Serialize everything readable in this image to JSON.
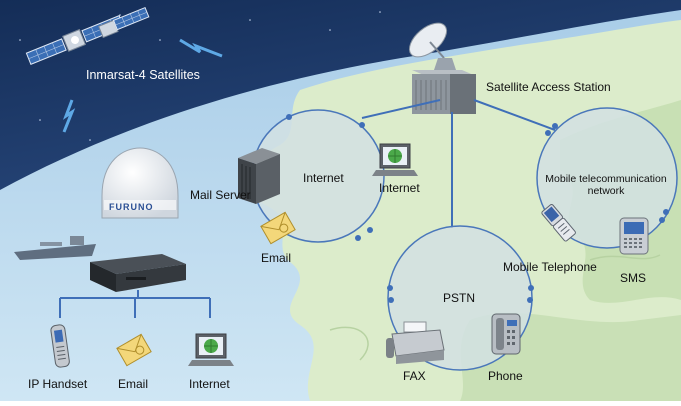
{
  "labels": {
    "satellites": "Inmarsat-4 Satellites",
    "access_station": "Satellite Access Station",
    "antenna_brand": "FURUNO",
    "mail_server": "Mail Server",
    "internet_cloud": "Internet",
    "internet_pc": "Internet",
    "email_cloud": "Email",
    "mobile_network": "Mobile telecommunication network",
    "mobile_telephone": "Mobile Telephone",
    "sms": "SMS",
    "pstn": "PSTN",
    "fax": "FAX",
    "phone": "Phone",
    "ip_handset": "IP Handset",
    "email_ship": "Email",
    "internet_ship": "Internet"
  },
  "colors": {
    "sky_dark": "#1b3766",
    "sky_mid": "#3a5f96",
    "sea": "#b9d9ef",
    "land": "#dbeccc",
    "land_dark": "#c3dcb0",
    "network_circle": "#d0dfe2",
    "circle_border": "#3f6fb8",
    "link_line": "#3f6fb8"
  }
}
